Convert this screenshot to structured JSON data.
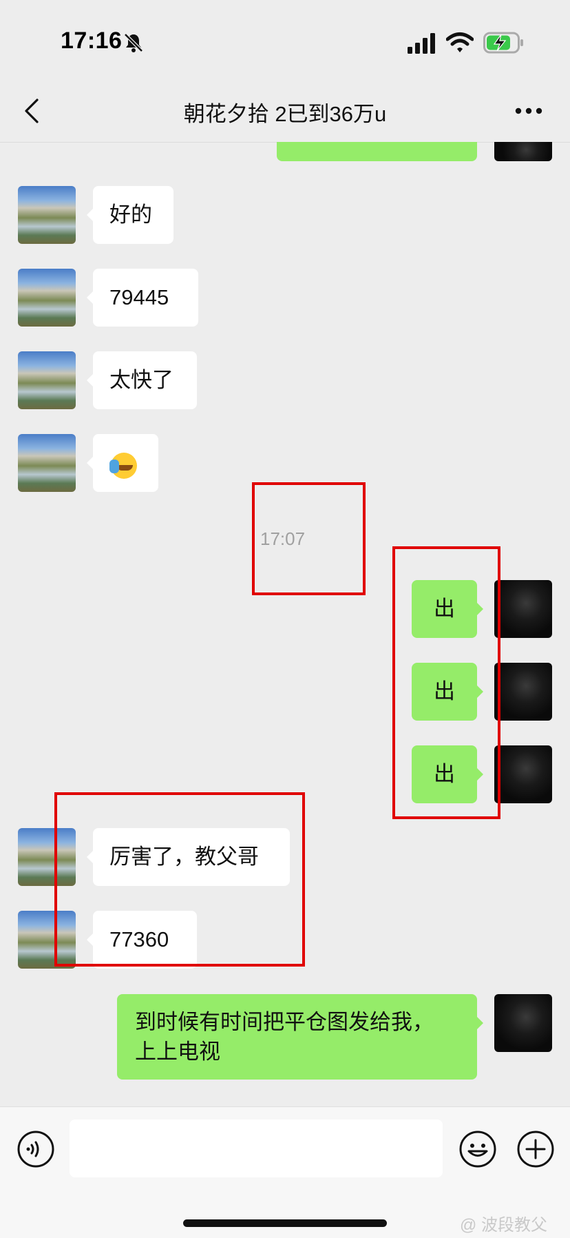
{
  "status_bar": {
    "time": "17:16",
    "mute_icon": "bell-slash-icon",
    "signal_icon": "cellular-signal-icon",
    "wifi_icon": "wifi-icon",
    "battery_icon": "battery-charging-icon"
  },
  "nav": {
    "title": "朝花夕拾 2已到36万u",
    "back_icon": "chevron-left-icon",
    "more_icon": "more-dots-icon"
  },
  "messages": [
    {
      "side": "in",
      "text": "好的"
    },
    {
      "side": "in",
      "text": "79445"
    },
    {
      "side": "in",
      "text": "太快了"
    },
    {
      "side": "in",
      "emoji": "facepalm-crying-emoji"
    },
    {
      "timestamp": "17:07"
    },
    {
      "side": "out",
      "text": "出"
    },
    {
      "side": "out",
      "text": "出"
    },
    {
      "side": "out",
      "text": "出"
    },
    {
      "side": "in",
      "text": "厉害了，教父哥"
    },
    {
      "side": "in",
      "text": "77360"
    },
    {
      "side": "out",
      "line1": "到时候有时间把平仓图发给我，",
      "line2": "上上电视"
    }
  ],
  "input_bar": {
    "voice_icon": "voice-icon",
    "emoji_icon": "smiley-icon",
    "add_icon": "plus-circle-icon",
    "input_value": ""
  },
  "watermark": "@ 波段教父",
  "colors": {
    "background": "#ededed",
    "incoming_bubble": "#ffffff",
    "outgoing_bubble": "#95ec69",
    "highlight_box": "#e00000"
  }
}
